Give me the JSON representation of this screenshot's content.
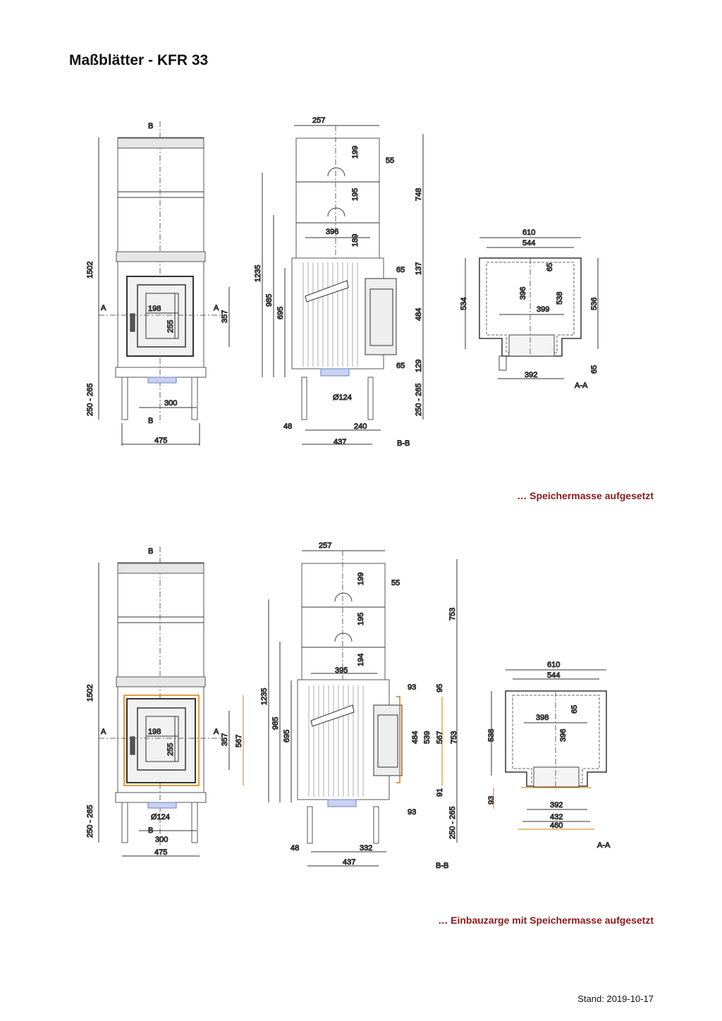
{
  "title": "Maßblätter - KFR 33",
  "caption_top": "… Speichermasse aufgesetzt",
  "caption_bottom": "… Einbauzarge mit Speichermasse aufgesetzt",
  "stand": "Stand: 2019-10-17",
  "colors": {
    "caption": "#8b1a1a",
    "blue_dim": "#1f3fcf",
    "orange_dim": "#e07a00",
    "line": "#333333"
  },
  "top": {
    "front": {
      "b_top": "B",
      "b_bottom": "B",
      "a_left": "A",
      "a_right": "A",
      "h_total": "1502",
      "w_door": "198",
      "h_door": "255",
      "h_frame": "357",
      "legs": "250 - 265",
      "w_legs": "300",
      "w_total": "475"
    },
    "side": {
      "w_top": "257",
      "d1": "199",
      "d2": "55",
      "d3": "195",
      "d4": "748",
      "w_mid": "396",
      "d5": "189",
      "d6": "65",
      "d7": "137",
      "h1": "1235",
      "h2": "985",
      "h3": "695",
      "d8": "484",
      "d9": "65",
      "d10": "129",
      "dia": "Ø124",
      "legs": "250 - 265",
      "w_blue": "240",
      "w_left": "48",
      "w_base": "437",
      "section": "B-B"
    },
    "plan": {
      "w_outer": "610",
      "w_inner": "544",
      "d_a": "65",
      "d_b": "396",
      "d_c": "538",
      "h_left": "534",
      "h_right": "536",
      "w_399": "399",
      "d_65": "65",
      "w_392": "392",
      "section": "A-A"
    }
  },
  "bottom": {
    "front": {
      "b_top": "B",
      "b_bottom": "B",
      "a_left": "A",
      "a_right": "A",
      "h_total": "1502",
      "w_door": "198",
      "h_door": "255",
      "h_frame": "357",
      "h_orange": "567",
      "legs": "250 - 265",
      "dia": "Ø124",
      "w_legs": "300",
      "w_total": "475"
    },
    "side": {
      "w_top": "257",
      "d1": "199",
      "d2": "55",
      "d3": "195",
      "d4": "753",
      "w_mid": "395",
      "d5": "194",
      "o1": "93",
      "d6": "95",
      "h1": "1235",
      "h2": "985",
      "h3": "695",
      "d7": "484",
      "d8": "539",
      "o2": "567",
      "d9": "753",
      "d10": "91",
      "o3": "93",
      "legs": "250 - 265",
      "w_blue": "332",
      "w_left": "48",
      "w_base": "437",
      "section": "B-B"
    },
    "plan": {
      "w_outer": "610",
      "w_inner": "544",
      "w_398": "398",
      "d_65": "65",
      "d_396": "396",
      "h_left": "538",
      "o_93": "93",
      "w_392": "392",
      "w_432": "432",
      "w_460": "460",
      "section": "A-A"
    }
  }
}
